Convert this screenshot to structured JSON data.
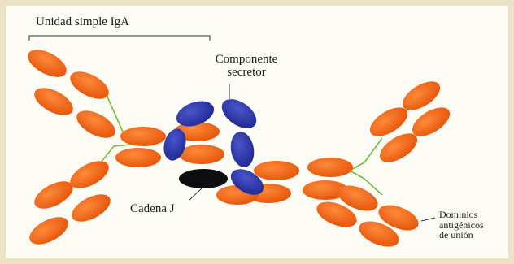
{
  "labels": {
    "unidad_simple": "Unidad simple IgA",
    "componente_secretor_line1": "Componente",
    "componente_secretor_line2": "secretor",
    "cadena_j": "Cadena J",
    "dominios_line1": "Dominios",
    "dominios_line2": "antigénicos",
    "dominios_line3": "de unión"
  },
  "colors": {
    "heavy_light_chain": "#f2650e",
    "secretory_component": "#2b35a8",
    "j_chain": "#0d0d12",
    "hinge": "#6bbf3a",
    "background": "#fdfcf4"
  }
}
